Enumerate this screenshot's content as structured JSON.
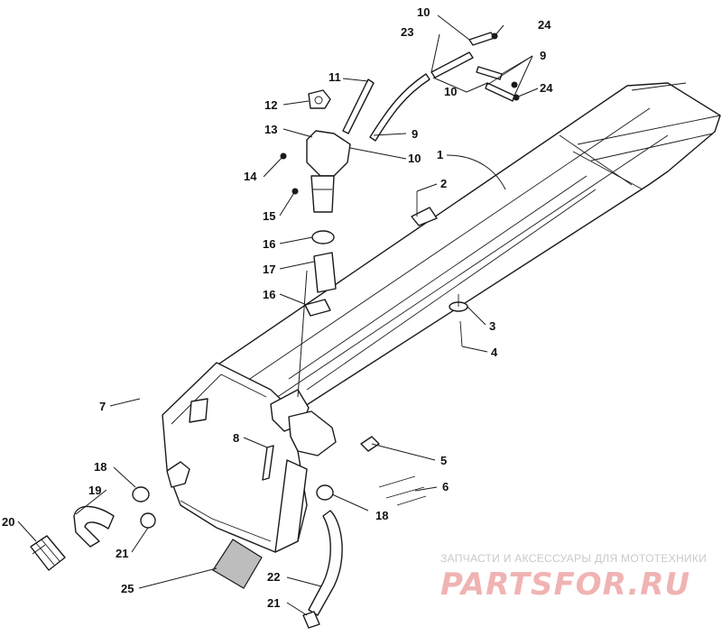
{
  "callouts": [
    "1",
    "2",
    "3",
    "4",
    "5",
    "6",
    "7",
    "8",
    "9",
    "10",
    "11",
    "12",
    "13",
    "14",
    "15",
    "16",
    "17",
    "18",
    "19",
    "20",
    "21",
    "22",
    "23",
    "24",
    "25"
  ],
  "labels": {
    "l10a": "10",
    "l23": "23",
    "l24a": "24",
    "l9a": "9",
    "l10b": "10",
    "l24b": "24",
    "l11": "11",
    "l12": "12",
    "l13": "13",
    "l9b": "9",
    "l10c": "10",
    "l14": "14",
    "l1": "1",
    "l2": "2",
    "l15": "15",
    "l16a": "16",
    "l17": "17",
    "l16b": "16",
    "l3": "3",
    "l4": "4",
    "l7": "7",
    "l8": "8",
    "l5": "5",
    "l18a": "18",
    "l6": "6",
    "l19": "19",
    "l18b": "18",
    "l20": "20",
    "l21a": "21",
    "l22": "22",
    "l25": "25",
    "l21b": "21"
  },
  "watermark": {
    "tagline": "ЗАПЧАСТИ И АКСЕССУАРЫ ДЛЯ МОТОТЕХНИКИ",
    "logo": "PARTSFOR.RU"
  }
}
